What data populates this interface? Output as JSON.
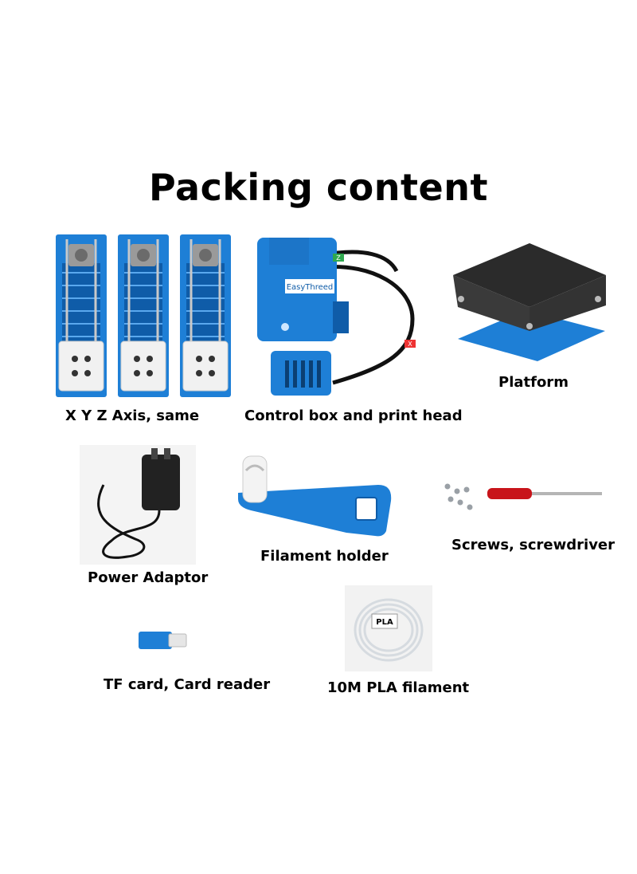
{
  "title": "Packing content",
  "items": {
    "xyz_axis": {
      "caption": "X Y Z Axis, same"
    },
    "control_box": {
      "caption": "Control box and print head",
      "brand_label": "EasyThreed",
      "cable_tags": [
        "Z",
        "X"
      ]
    },
    "platform": {
      "caption": "Platform"
    },
    "power_adaptor": {
      "caption": "Power Adaptor"
    },
    "filament_holder": {
      "caption": "Filament holder"
    },
    "screws": {
      "caption": "Screws, screwdriver"
    },
    "tf_card": {
      "caption": "TF card, Card reader"
    },
    "pla_filament": {
      "caption": "10M PLA filament",
      "tag_label": "PLA"
    }
  },
  "colors": {
    "part_blue": "#1e7fd6",
    "dark_blue": "#0f5ca8",
    "platform_black": "#2b2b2b",
    "screwdriver_red": "#c8141a"
  }
}
